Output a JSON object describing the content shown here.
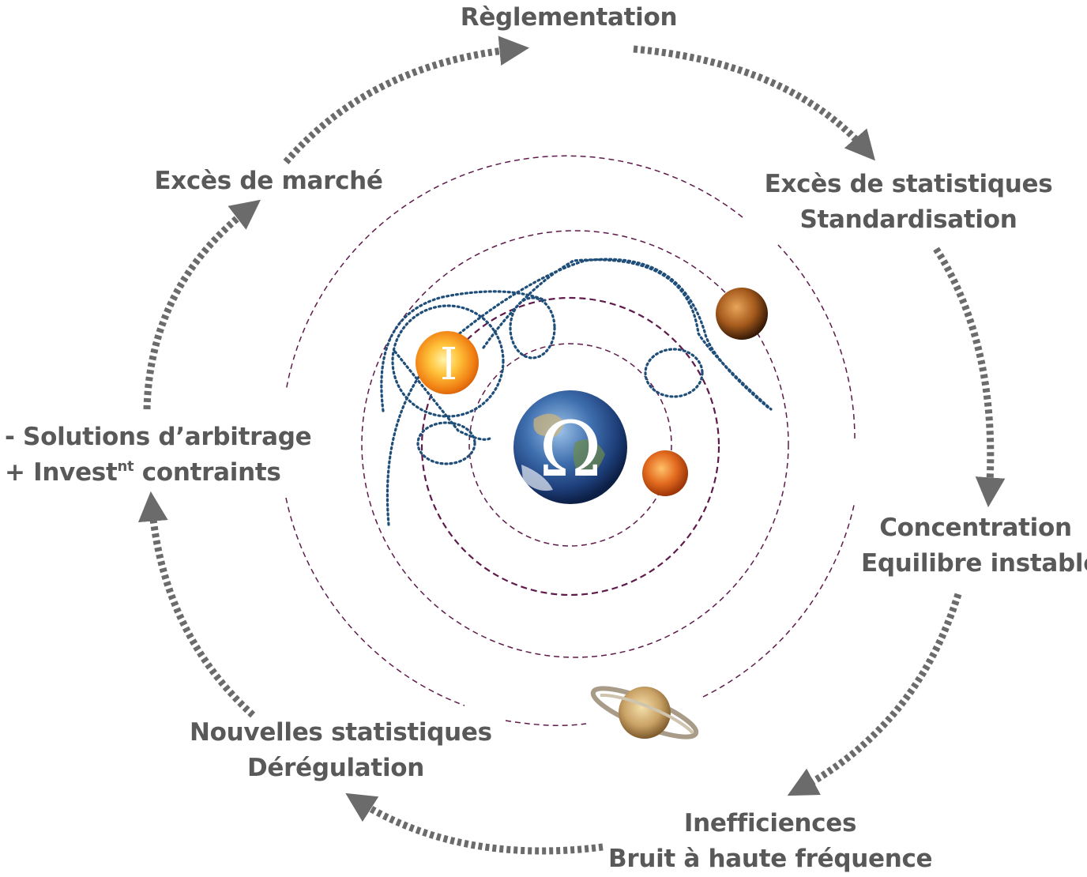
{
  "stages": {
    "reglementation": "Règlementation",
    "exces_statistiques": [
      "Excès de statistiques",
      "Standardisation"
    ],
    "concentration": [
      "Concentration",
      "Equilibre instable"
    ],
    "inefficiences": [
      "Inefficiences",
      "Bruit à haute fréquence"
    ],
    "nouvelles_statistiques": [
      "Nouvelles statistiques",
      "Dérégulation"
    ],
    "solutions": {
      "line1": "- Solutions d’arbitrage",
      "line2_prefix": "+ Invest",
      "line2_sup": "nt",
      "line2_suffix": " contraints"
    },
    "exces_marche": "Excès de marché"
  },
  "bodies": {
    "earth_symbol": "Ω",
    "sun_symbol": "I",
    "earth_icon": "earth-icon",
    "sun_icon": "sun-icon",
    "venus_icon": "venus-planet-icon",
    "mars_icon": "mars-planet-icon",
    "saturn_icon": "saturn-planet-icon"
  },
  "colors": {
    "arrow": "#6b6b6b",
    "orbit": "#5e1a4a",
    "epicycle": "#1f4e79",
    "text": "#595959"
  }
}
